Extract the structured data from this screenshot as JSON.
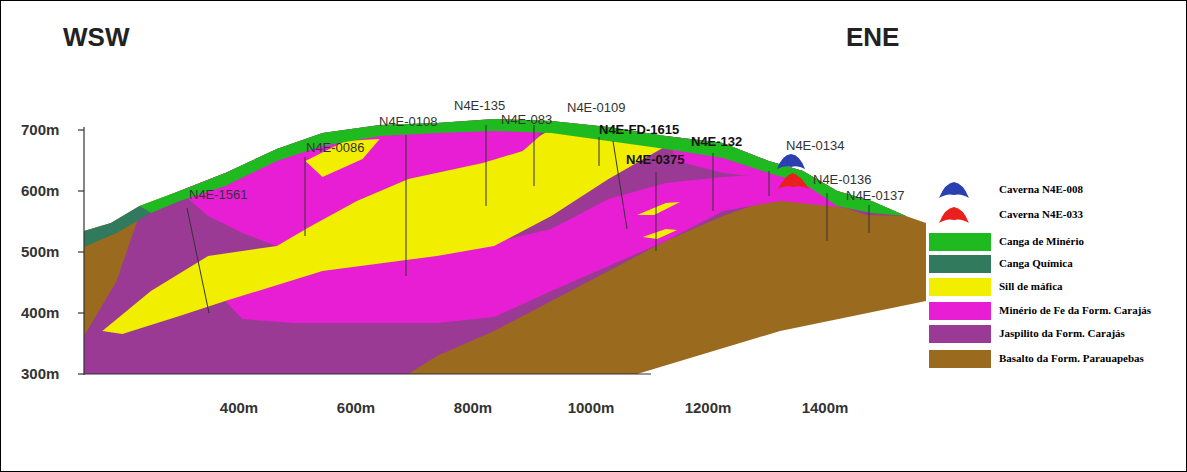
{
  "diagram": {
    "labels": [
      "WSW",
      "ENE",
      "N4E-1561",
      "N4E-0086",
      "N4E-0108",
      "N4E-135",
      "N4E-083",
      "N4E-0109",
      "N4E-FD-1615",
      "N4E-0375",
      "N4E-132",
      "N4E-0134",
      "N4E-0136",
      "N4E-0137",
      "700m",
      "600m",
      "500m",
      "400m",
      "300m",
      "400m",
      "600m",
      "800m",
      "1000m",
      "1200m",
      "1400m"
    ],
    "legend": [
      {
        "text": "Caverna N4E-008"
      },
      {
        "text": "Caverna N4E-033"
      },
      {
        "text": "Canga de Minério",
        "color": "#1fba1f"
      },
      {
        "text": "Canga Química",
        "color": "#317a5d"
      },
      {
        "text": "Sill de máfica",
        "color": "#f2ee00"
      },
      {
        "text": "Minério de Fe da Form. Carajás",
        "color": "#e81ed4"
      },
      {
        "text": "Jaspilito da Form. Carajás",
        "color": "#9b3a94"
      },
      {
        "text": "Basalto da Form. Parauapebas",
        "color": "#9a6b1e"
      }
    ]
  }
}
